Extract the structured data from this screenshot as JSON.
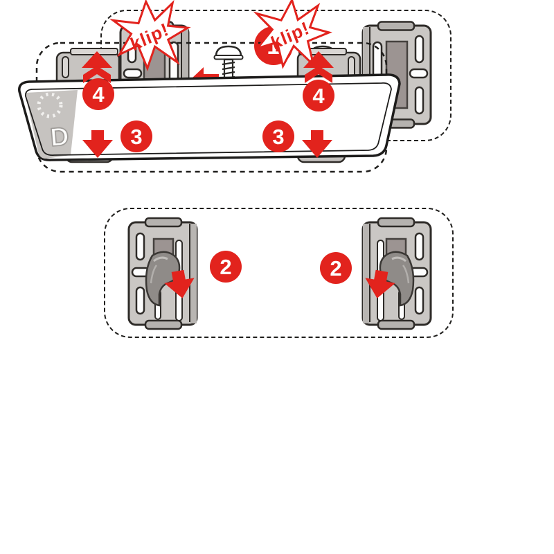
{
  "steps": [
    {
      "id": 1,
      "label": "1"
    },
    {
      "id": 2,
      "label": "2"
    },
    {
      "id": 3,
      "label": "3"
    },
    {
      "id": 4,
      "label": "4"
    }
  ],
  "badges": {
    "step1": "1",
    "step2_left": "2",
    "step2_right": "2",
    "step3_left": "3",
    "step3_right": "3",
    "step4_left": "4",
    "step4_right": "4"
  },
  "callouts": {
    "klip_left": "klip!",
    "klip_right": "klip!"
  },
  "plate": {
    "country_letter": "D"
  },
  "colors": {
    "accent_red": "#e2231d",
    "bracket_gray": "#cac7c4",
    "bracket_inner_gray": "#9c9492",
    "bracket_tab_gray": "#b5b2af",
    "plate_band_gray": "#c6c3c0",
    "outline_dark": "#2e2b28"
  },
  "icons": {
    "screw": "screw-icon",
    "arrow_left": "arrow-left-icon",
    "arrow_right": "arrow-right-icon",
    "arrow_up": "arrow-up-icon",
    "arrow_down": "arrow-down-icon",
    "eu_stars": "eu-stars-ring-icon",
    "starburst": "klip-starburst-icon"
  }
}
